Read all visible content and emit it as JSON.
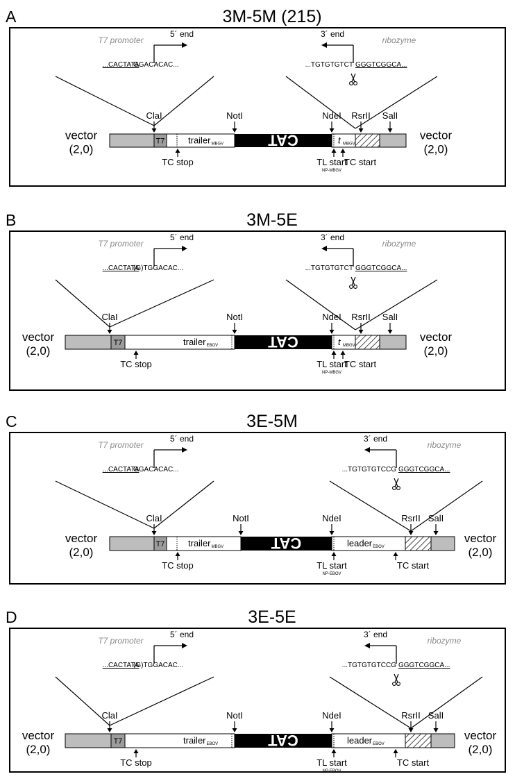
{
  "colors": {
    "ink": "#000000",
    "gray_text": "#8a8a8a",
    "vector_fill": "#bdbdbd",
    "t7_fill": "#9c9c9c",
    "cat_fill": "#000000"
  },
  "icons": {
    "cleavage": "scissors-icon",
    "direction": "arrow-right-icon / arrow-left-icon",
    "site": "arrow-down-icon / arrow-up-icon"
  },
  "panels": [
    {
      "letter": "A",
      "title": "3M-5M (215)",
      "t7_label": "T7 promoter",
      "five_end_label": "5´ end",
      "five_seq_a": "...CACTATA",
      "five_seq_b": "GGACACAC...",
      "three_end_label": "3´ end",
      "three_seq_a": "...TGTGTGTCT",
      "three_seq_b": "GGGTCGGCA...",
      "ribozyme_label": "ribozyme",
      "vector_left": "vector",
      "vector_left_coord": "(2,0)",
      "vector_right": "vector",
      "vector_right_coord": "(2,0)",
      "t7_box": "T7",
      "trailer_main": "trailer",
      "trailer_sub": "MBGV",
      "cat_label": "CAT",
      "right_main": "t",
      "right_sub": "MBGV",
      "site_1": "ClaI",
      "site_2": "NotI",
      "site_3": "NdeI",
      "site_4": "RsrII",
      "site_5": "SalI",
      "tc_stop": "TC stop",
      "tl_start": "TL start",
      "tl_start_sub": "NP-MBGV",
      "tc_start": "TC start"
    },
    {
      "letter": "B",
      "title": "3M-5E",
      "t7_label": "T7 promoter",
      "five_end_label": "5´ end",
      "five_seq_a": "...CACTATA",
      "five_seq_b": "(G)TGGACAC...",
      "three_end_label": "3´ end",
      "three_seq_a": "...TGTGTGTCT",
      "three_seq_b": "GGGTCGGCA...",
      "ribozyme_label": "ribozyme",
      "vector_left": "vector",
      "vector_left_coord": "(2,0)",
      "vector_right": "vector",
      "vector_right_coord": "(2,0)",
      "t7_box": "T7",
      "trailer_main": "trailer",
      "trailer_sub": "EBOV",
      "cat_label": "CAT",
      "right_main": "t",
      "right_sub": "MBGV",
      "site_1": "ClaI",
      "site_2": "NotI",
      "site_3": "NdeI",
      "site_4": "RsrII",
      "site_5": "SalI",
      "tc_stop": "TC stop",
      "tl_start": "TL start",
      "tl_start_sub": "NP-MBGV",
      "tc_start": "TC start"
    },
    {
      "letter": "C",
      "title": "3E-5M",
      "t7_label": "T7 promoter",
      "five_end_label": "5´ end",
      "five_seq_a": "...CACTATA",
      "five_seq_b": "GGACACAC...",
      "three_end_label": "3´ end",
      "three_seq_a": "...TGTGTGTCCG",
      "three_seq_b": "GGGTCGGCA...",
      "ribozyme_label": "ribozyme",
      "vector_left": "vector",
      "vector_left_coord": "(2,0)",
      "vector_right": "vector",
      "vector_right_coord": "(2,0)",
      "t7_box": "T7",
      "trailer_main": "trailer",
      "trailer_sub": "MBGV",
      "cat_label": "CAT",
      "right_main": "leader",
      "right_sub": "EBOV",
      "site_1": "ClaI",
      "site_2": "NotI",
      "site_3": "NdeI",
      "site_4": "RsrII",
      "site_5": "SalI",
      "tc_stop": "TC stop",
      "tl_start": "TL start",
      "tl_start_sub": "NP-EBOV",
      "tc_start": "TC start"
    },
    {
      "letter": "D",
      "title": "3E-5E",
      "t7_label": "T7 promoter",
      "five_end_label": "5´ end",
      "five_seq_a": "...CACTATA",
      "five_seq_b": "(G)TGGACAC...",
      "three_end_label": "3´ end",
      "three_seq_a": "...TGTGTGTCCG",
      "three_seq_b": "GGGTCGGCA...",
      "ribozyme_label": "ribozyme",
      "vector_left": "vector",
      "vector_left_coord": "(2,0)",
      "vector_right": "vector",
      "vector_right_coord": "(2,0)",
      "t7_box": "T7",
      "trailer_main": "trailer",
      "trailer_sub": "EBOV",
      "cat_label": "CAT",
      "right_main": "leader",
      "right_sub": "EBOV",
      "site_1": "ClaI",
      "site_2": "NotI",
      "site_3": "NdeI",
      "site_4": "RsrII",
      "site_5": "SalI",
      "tc_stop": "TC stop",
      "tl_start": "TL start",
      "tl_start_sub": "NP-EBOV",
      "tc_start": "TC start"
    }
  ]
}
